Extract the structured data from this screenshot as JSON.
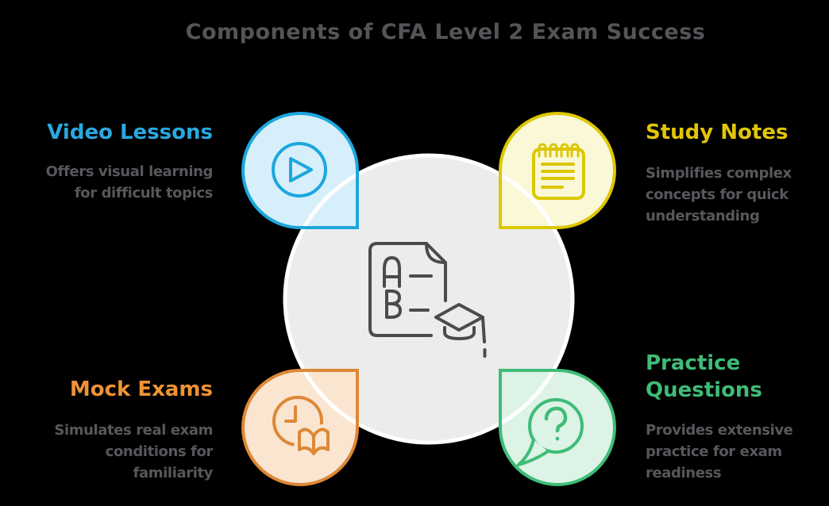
{
  "title": "Components of CFA Level 2 Exam Success",
  "colors": {
    "background": "#000000",
    "center_circle_fill": "#ECECEC",
    "center_circle_rim": "#FFFFFF",
    "center_icon_stroke": "#4B4B4D",
    "title_color": "#545559",
    "body_text": "#56585C"
  },
  "center": {
    "icon": "exam-paper-with-graduation-cap"
  },
  "quadrants": [
    {
      "id": "video-lessons",
      "heading_lines": [
        "Video Lessons"
      ],
      "heading_color": "#29A9E0",
      "desc_lines": [
        "Offers visual learning",
        "for difficult topics"
      ],
      "icon": "play-icon",
      "shape_fill": "#D7EFFA",
      "shape_stroke": "#1CA7DE"
    },
    {
      "id": "study-notes",
      "heading_lines": [
        "Study Notes"
      ],
      "heading_color": "#E2C40A",
      "desc_lines": [
        "Simplifies complex",
        "concepts for quick",
        "understanding"
      ],
      "icon": "notepad-icon",
      "shape_fill": "#FBF8D8",
      "shape_stroke": "#DCC704"
    },
    {
      "id": "mock-exams",
      "heading_lines": [
        "Mock Exams"
      ],
      "heading_color": "#EE9335",
      "desc_lines": [
        "Simulates real exam",
        "conditions for",
        "familiarity"
      ],
      "icon": "clock-book-icon",
      "shape_fill": "#FAE5D1",
      "shape_stroke": "#DD8836"
    },
    {
      "id": "practice-questions",
      "heading_lines": [
        "Practice",
        "Questions"
      ],
      "heading_color": "#3FBC77",
      "desc_lines": [
        "Provides extensive",
        "practice for exam",
        "readiness"
      ],
      "icon": "question-bubble-icon",
      "shape_fill": "#DCF3E6",
      "shape_stroke": "#3FBC77"
    }
  ]
}
